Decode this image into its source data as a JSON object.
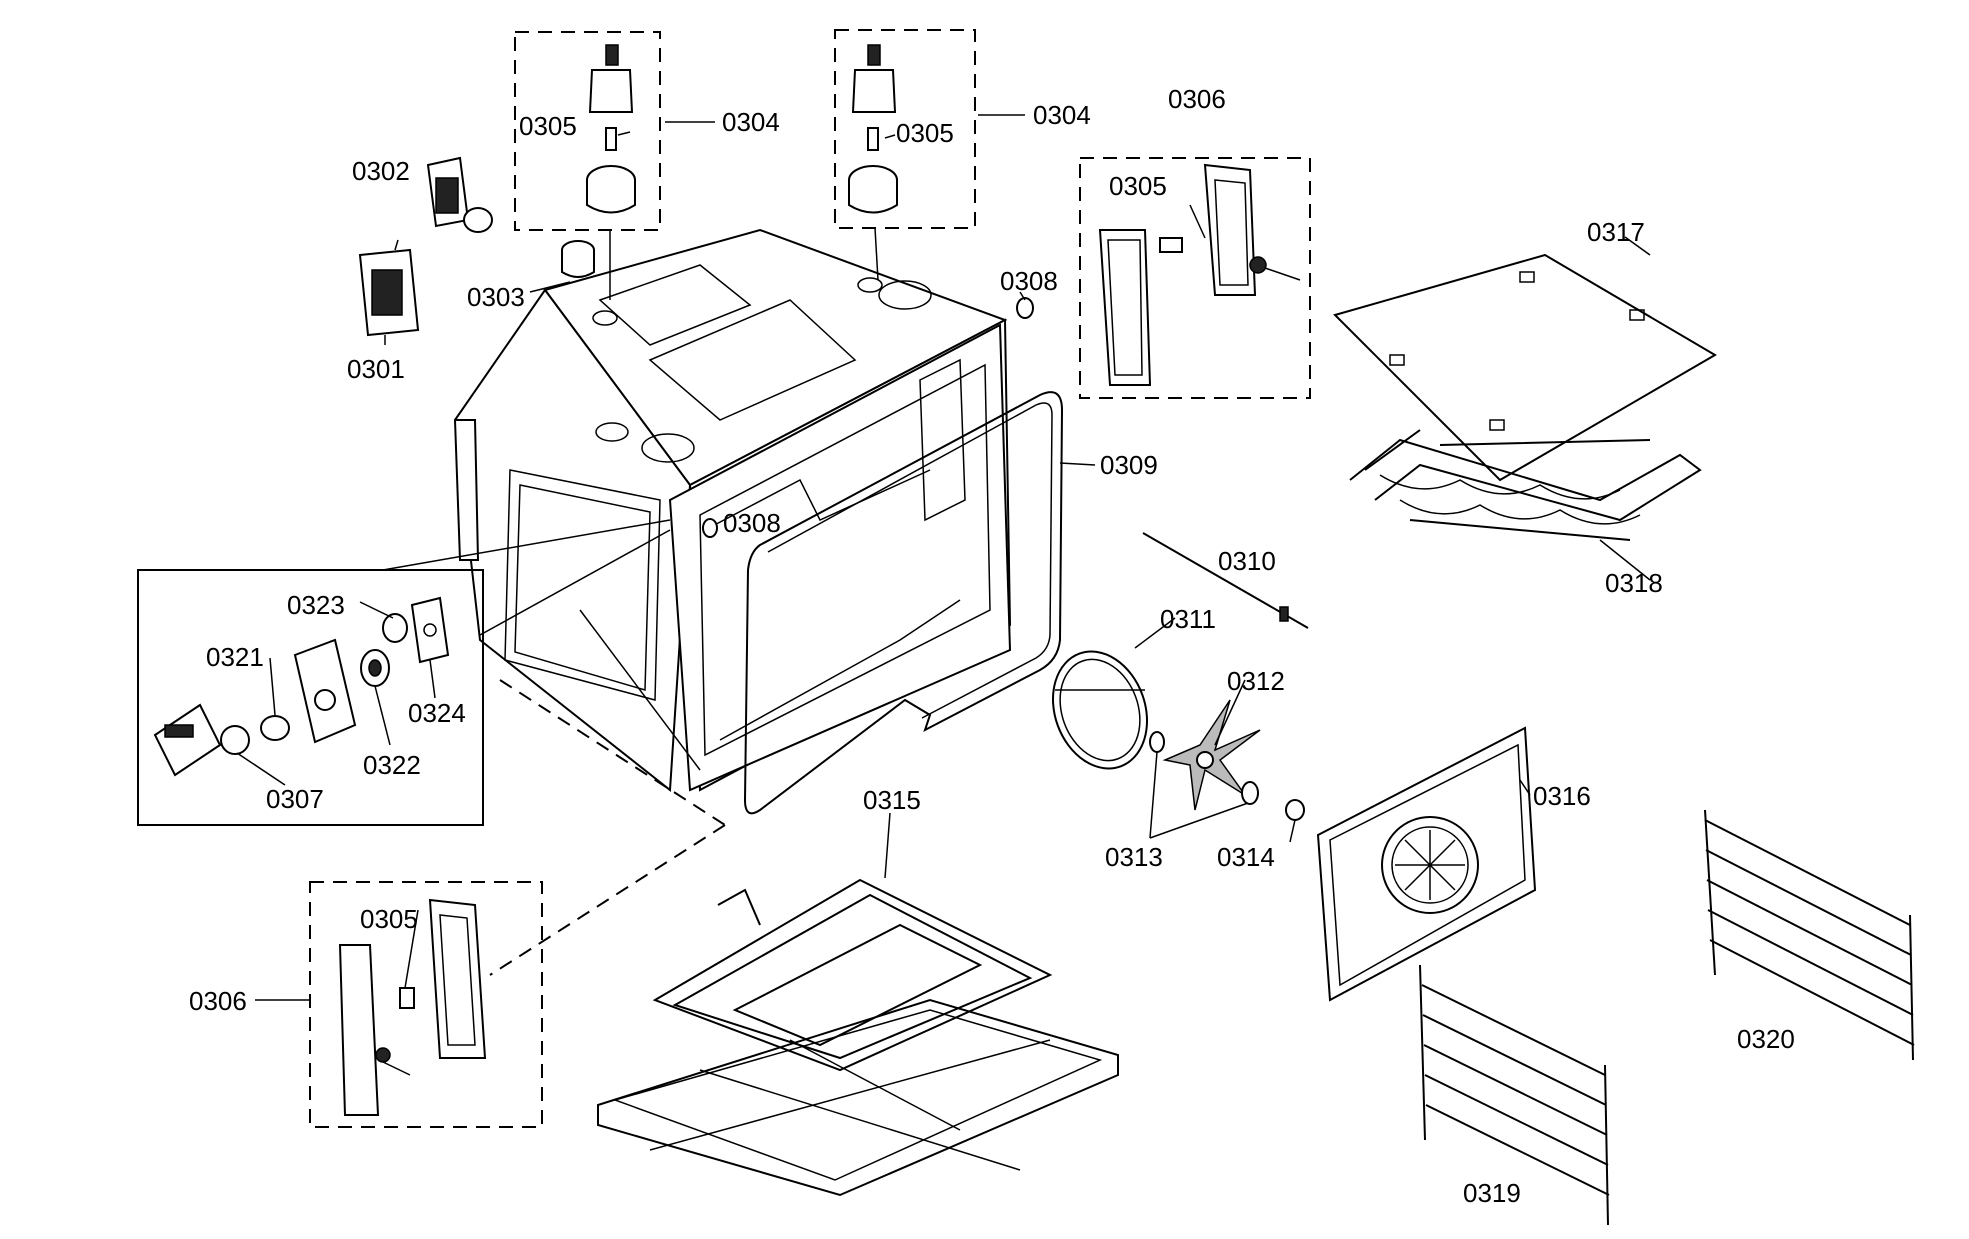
{
  "labels": {
    "p0301": "0301",
    "p0302": "0302",
    "p0303": "0303",
    "p0304a": "0304",
    "p0304b": "0304",
    "p0305a": "0305",
    "p0305b": "0305",
    "p0305c": "0305",
    "p0305d": "0305",
    "p0306a": "0306",
    "p0306b": "0306",
    "p0307": "0307",
    "p0308a": "0308",
    "p0308b": "0308",
    "p0309": "0309",
    "p0310": "0310",
    "p0311": "0311",
    "p0312": "0312",
    "p0313": "0313",
    "p0314": "0314",
    "p0315": "0315",
    "p0316": "0316",
    "p0317": "0317",
    "p0318": "0318",
    "p0319": "0319",
    "p0320": "0320",
    "p0321": "0321",
    "p0322": "0322",
    "p0323": "0323",
    "p0324": "0324"
  }
}
